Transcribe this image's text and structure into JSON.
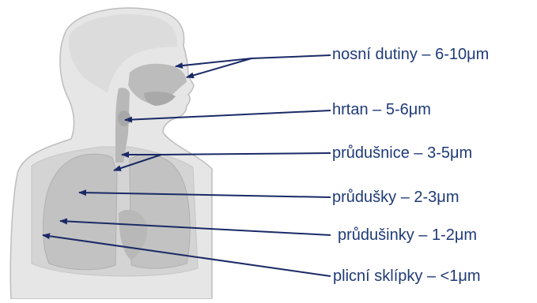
{
  "colors": {
    "text": "#1f3a78",
    "arrow": "#1a2a66",
    "body_fill": "#e6e6e6",
    "body_outline": "#bdbdbd",
    "inner_fill": "#cfcfcf",
    "organ_fill": "#b5b5b5"
  },
  "labels": [
    {
      "id": "nosni",
      "text": "nosní dutiny – 6-10μm"
    },
    {
      "id": "hrtan",
      "text": "hrtan – 5-6μm"
    },
    {
      "id": "prudusnice",
      "text": "průdušnice – 3-5μm"
    },
    {
      "id": "prudusky",
      "text": "průdušky – 2-3μm"
    },
    {
      "id": "prudusinky",
      "text": "průdušinky – 1-2μm"
    },
    {
      "id": "sklipky",
      "text": "plicní sklípky – <1μm"
    }
  ]
}
